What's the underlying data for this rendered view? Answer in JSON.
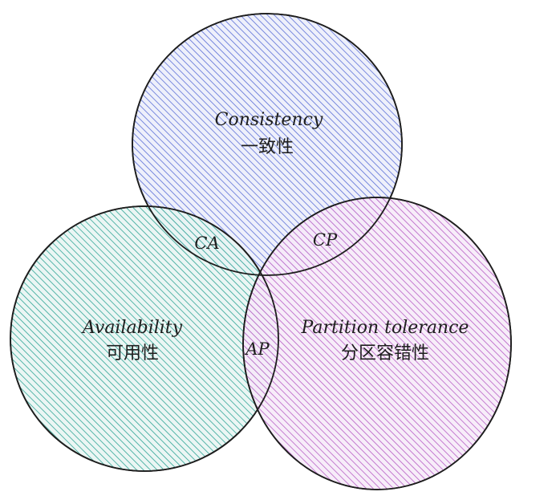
{
  "diagram": {
    "circles": {
      "consistency": {
        "label_en": "Consistency",
        "label_zh": "一致性",
        "color": "#5b6fd6"
      },
      "availability": {
        "label_en": "Availability",
        "label_zh": "可用性",
        "color": "#1c9c8c"
      },
      "partition": {
        "label_en": "Partition tolerance",
        "label_zh": "分区容错性",
        "color": "#b04fc0"
      }
    },
    "intersections": {
      "ca": "CA",
      "cp": "CP",
      "ap": "AP"
    },
    "colors": {
      "stroke": "#1e1e1e",
      "ca_overlap": "#5b7fd6",
      "cp_overlap": "#9a4fd6",
      "ap_overlap": "#4f7fc0"
    }
  }
}
